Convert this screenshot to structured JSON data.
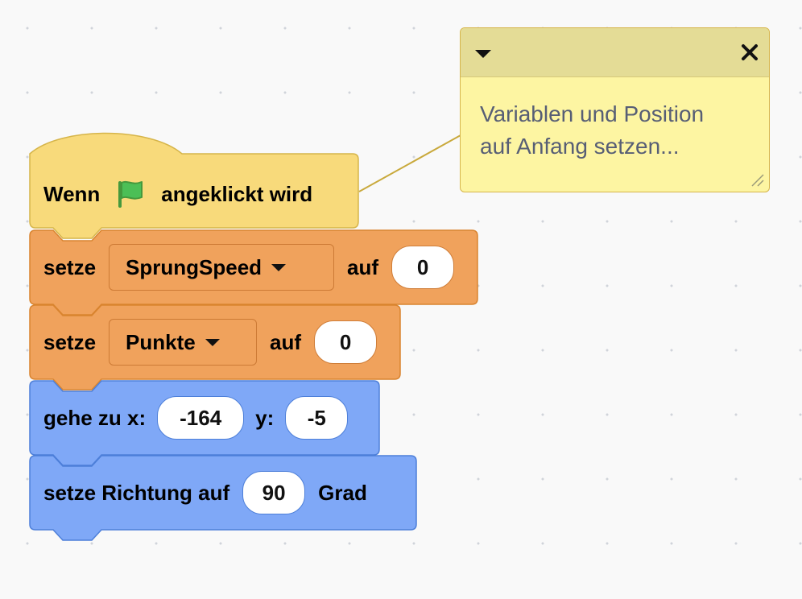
{
  "hat_block": {
    "when_label": "Wenn",
    "clicked_label": "angeklickt wird"
  },
  "set_block_1": {
    "set_label": "setze",
    "variable": "SprungSpeed",
    "to_label": "auf",
    "value": "0"
  },
  "set_block_2": {
    "set_label": "setze",
    "variable": "Punkte",
    "to_label": "auf",
    "value": "0"
  },
  "goto_block": {
    "label": "gehe zu x:",
    "x_value": "-164",
    "y_label": "y:",
    "y_value": "-5"
  },
  "direction_block": {
    "label": "setze Richtung auf",
    "value": "90",
    "unit_label": "Grad"
  },
  "comment": {
    "line1": "Variablen und Position",
    "line2": "auf Anfang setzen..."
  },
  "colors": {
    "event": "#f8da7b",
    "variables": "#f0a25c",
    "motion": "#7fa8f7",
    "comment": "#fdf5a2"
  }
}
